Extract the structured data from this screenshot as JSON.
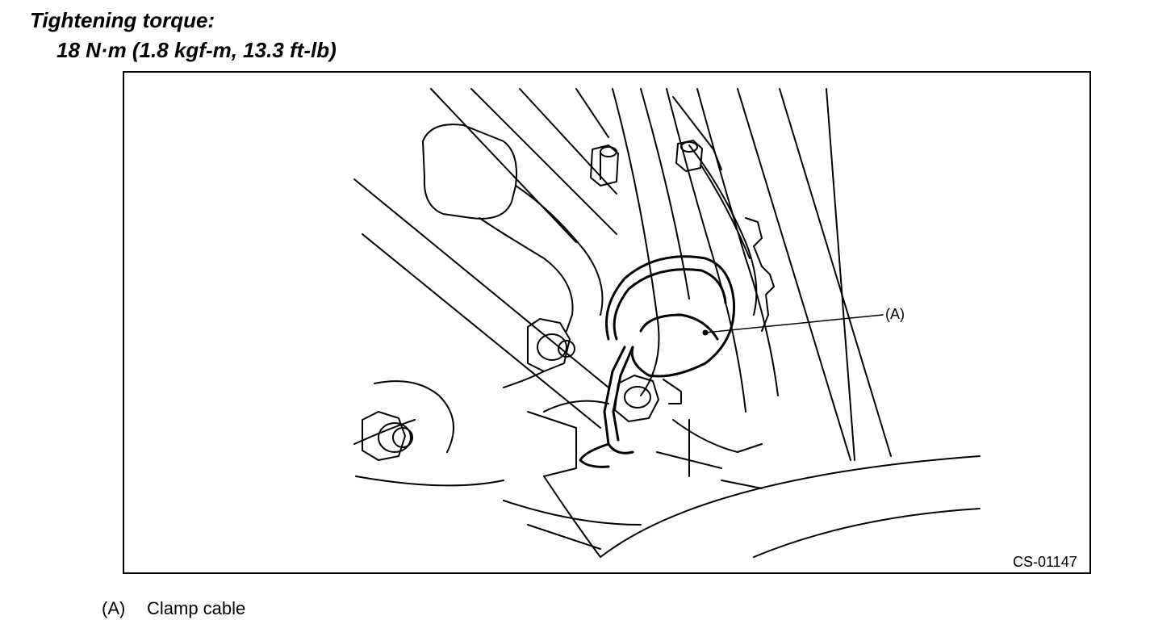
{
  "spec": {
    "heading": "Tightening torque:",
    "value": "18 N·m (1.8 kgf-m, 13.3 ft-lb)"
  },
  "figure": {
    "callout_label": "(A)",
    "figure_id": "CS-01147"
  },
  "legend": {
    "items": [
      {
        "key": "(A)",
        "text": "Clamp cable"
      }
    ]
  }
}
